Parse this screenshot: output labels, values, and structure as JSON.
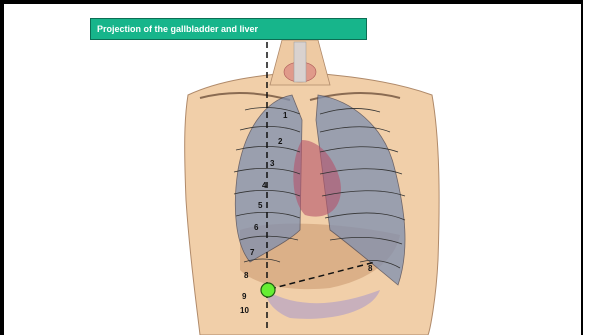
{
  "title": "Projection of the gallbladder and liver",
  "rib_labels": [
    "1",
    "2",
    "3",
    "4",
    "5",
    "6",
    "7",
    "8",
    "9",
    "10",
    "8"
  ],
  "colors": {
    "title_bg": "#17b58b",
    "skin": "#f1cfa9",
    "lung": "#7e8fb0",
    "gallbladder_marker": "#66ee33"
  },
  "icons": {
    "gallbladder_marker": "green-dot-icon"
  }
}
